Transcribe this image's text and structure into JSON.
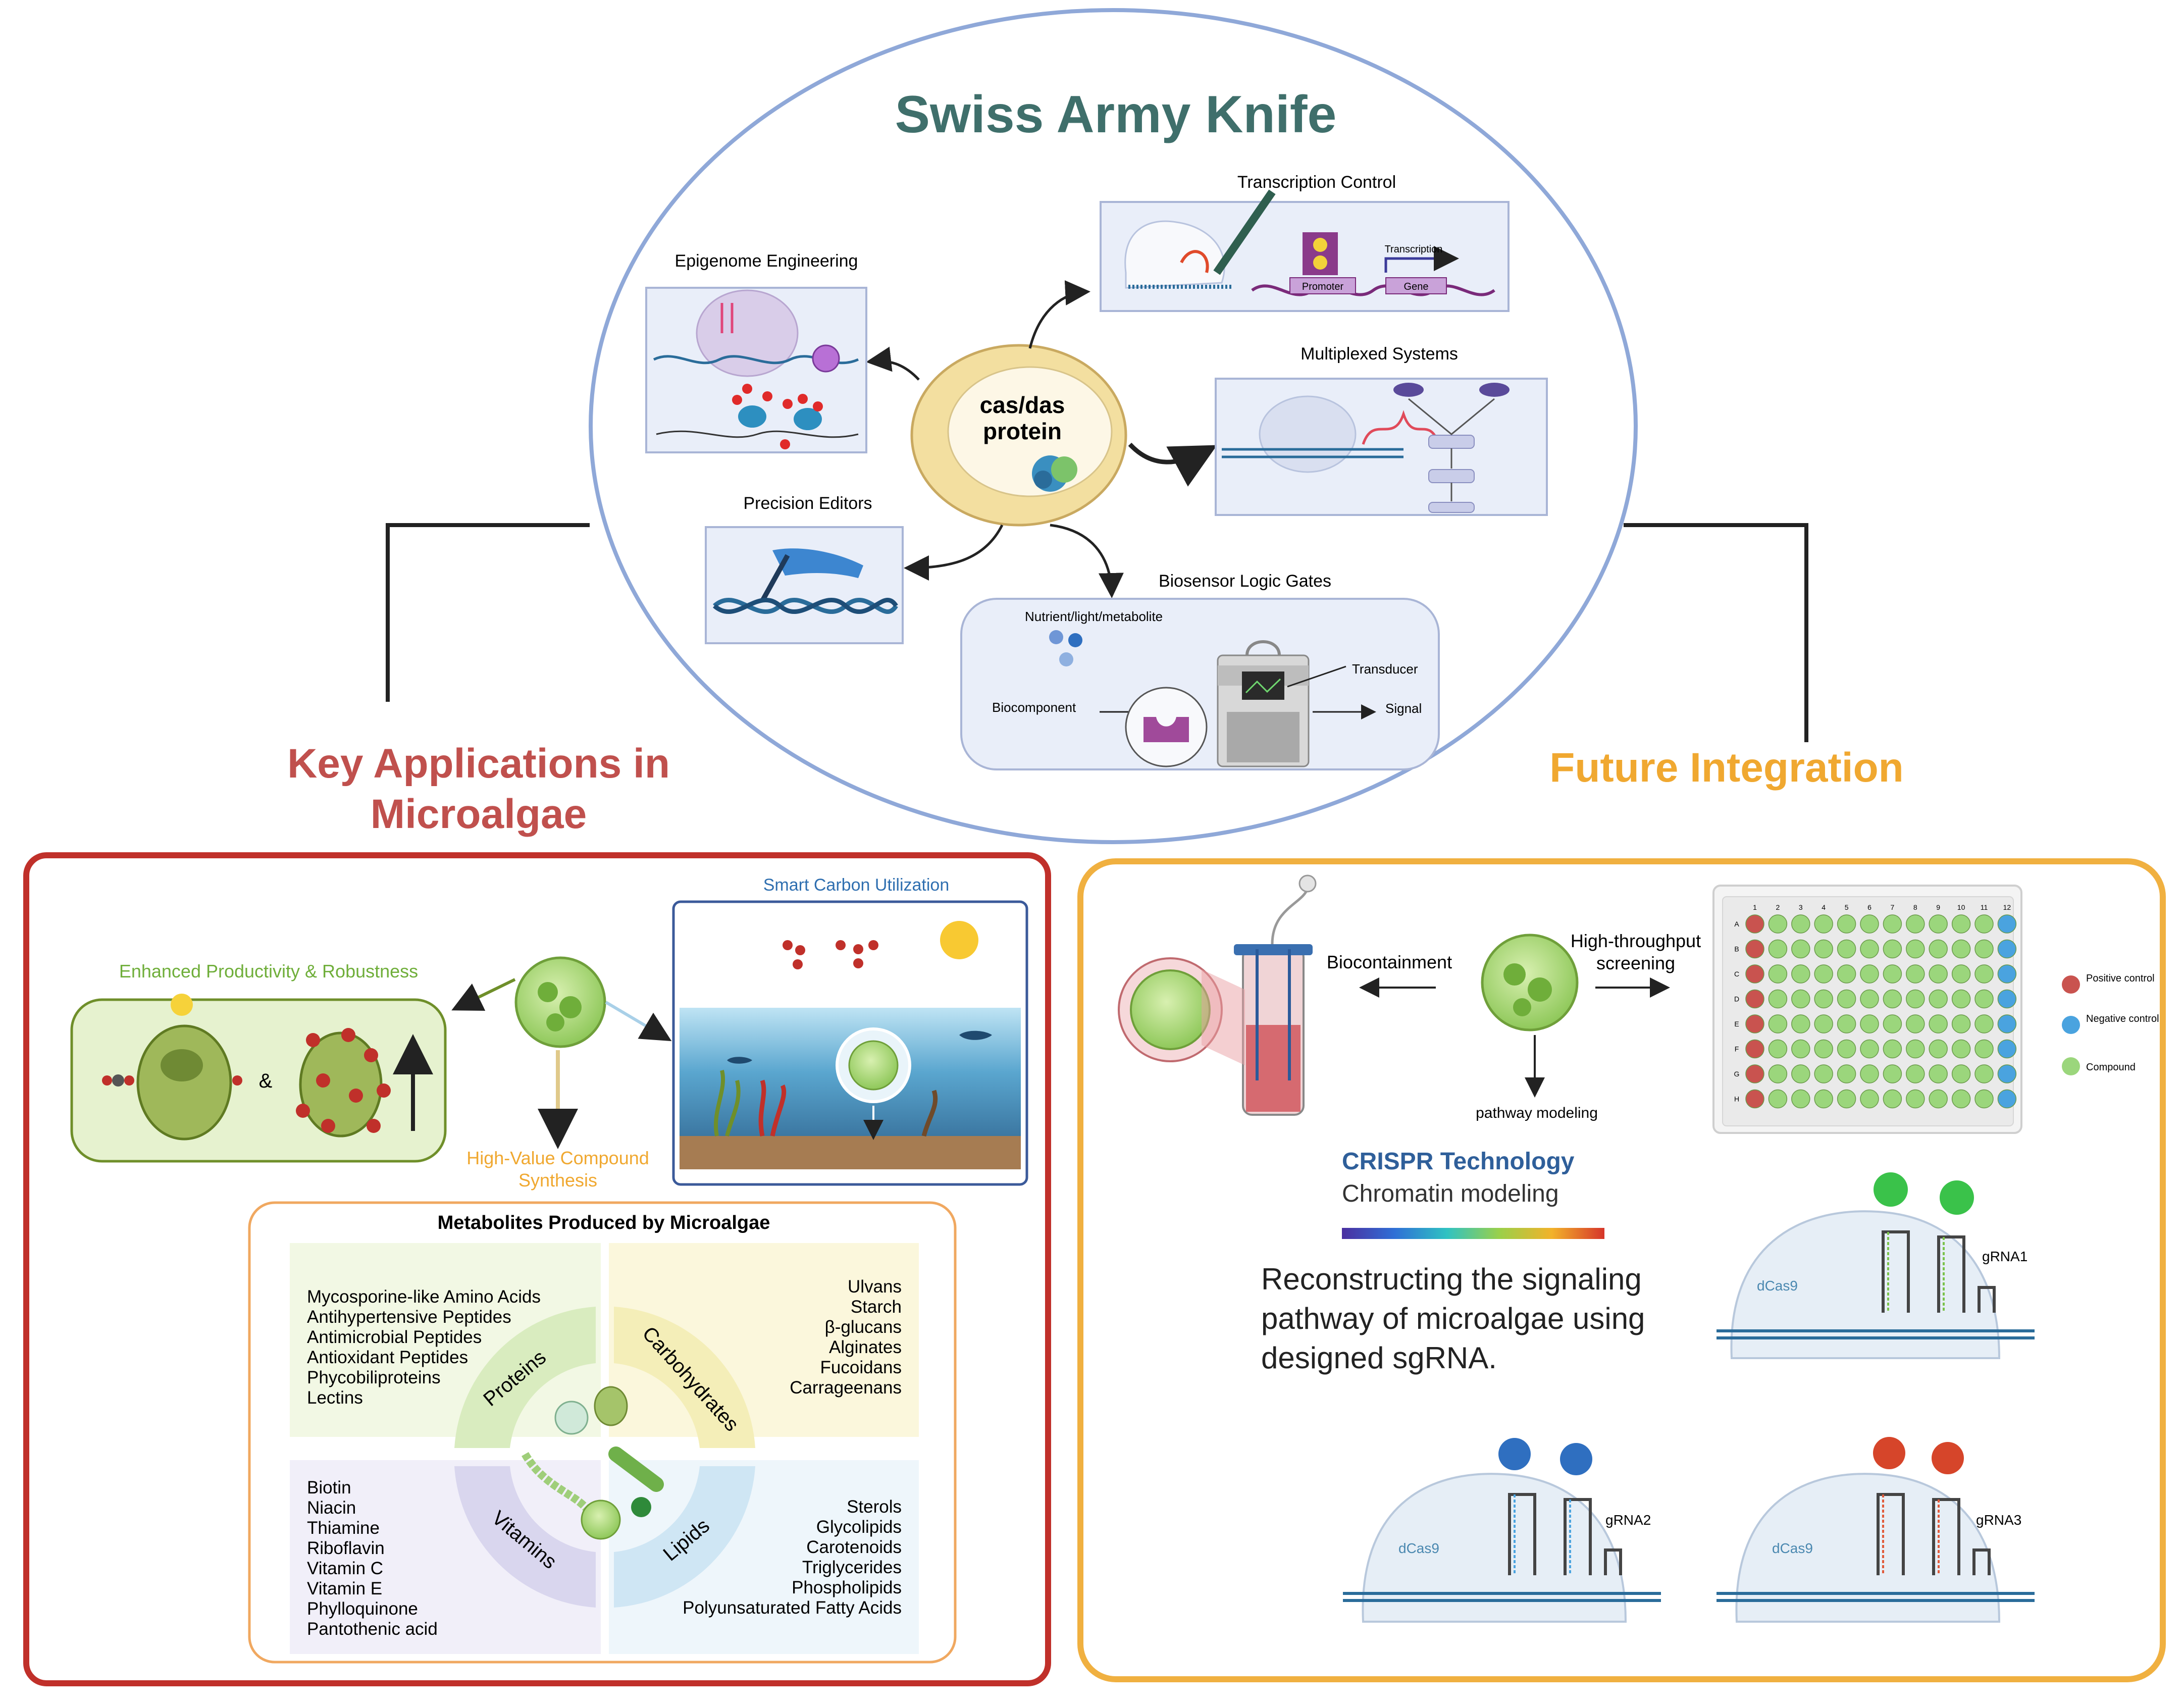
{
  "top": {
    "title": "Swiss Army Knife",
    "core": {
      "line1": "cas/das",
      "line2": "protein"
    },
    "tools": {
      "transcription_control": "Transcription Control",
      "transcription": "Transcription",
      "promoter": "Promoter",
      "gene": "Gene",
      "epigenome": "Epigenome Engineering",
      "multiplexed": "Multiplexed Systems",
      "precision_editors": "Precision Editors",
      "biosensor": "Biosensor Logic Gates",
      "nutrient": "Nutrient/light/metabolite",
      "transducer": "Transducer",
      "biocomponent": "Biocomponent",
      "signal": "Signal"
    }
  },
  "left": {
    "title_line1": "Key Applications in",
    "title_line2": "Microalgae",
    "enhanced": "Enhanced Productivity & Robustness",
    "ampersand": "&",
    "smart_carbon": "Smart Carbon Utilization",
    "high_value_line1": "High-Value Compound",
    "high_value_line2": "Synthesis",
    "metabolites_title": "Metabolites Produced by Microalgae",
    "quadrants": {
      "proteins": "Proteins",
      "carbohydrates": "Carbohydrates",
      "vitamins": "Vitamins",
      "lipids": "Lipids"
    },
    "proteins_list": [
      "Mycosporine-like Amino Acids",
      "Antihypertensive Peptides",
      "Antimicrobial Peptides",
      "Antioxidant Peptides",
      "Phycobiliproteins",
      "Lectins"
    ],
    "carbohydrates_list": [
      "Ulvans",
      "Starch",
      "β-glucans",
      "Alginates",
      "Fucoidans",
      "Carrageenans"
    ],
    "vitamins_list": [
      "Biotin",
      "Niacin",
      "Thiamine",
      "Riboflavin",
      "Vitamin C",
      "Vitamin E",
      "Phylloquinone",
      "Pantothenic acid"
    ],
    "lipids_list": [
      "Sterols",
      "Glycolipids",
      "Carotenoids",
      "Triglycerides",
      "Phospholipids",
      "Polyunsaturated Fatty Acids"
    ]
  },
  "right": {
    "title": "Future Integration",
    "biocontainment": "Biocontainment",
    "screening_line1": "High-throughput",
    "screening_line2": "screening",
    "pathway": "pathway modeling",
    "crispr": "CRISPR Technology",
    "chromatin": "Chromatin modeling",
    "recon_line1": "Reconstructing the signaling",
    "recon_line2": "pathway of microalgae using",
    "recon_line3": "designed sgRNA.",
    "legend": {
      "positive": "Positive control",
      "negative": "Negative control",
      "compound": "Compound"
    },
    "plate_rows": [
      "A",
      "B",
      "C",
      "D",
      "E",
      "F",
      "G",
      "H"
    ],
    "plate_cols": [
      "1",
      "2",
      "3",
      "4",
      "5",
      "6",
      "7",
      "8",
      "9",
      "10",
      "11",
      "12"
    ],
    "dcas": "dCas9",
    "grna1": "gRNA1",
    "grna2": "gRNA2",
    "grna3": "gRNA3"
  },
  "colors": {
    "title_teal": "#3f6f6b",
    "key_red": "#c0504d",
    "future_orange": "#f0a830",
    "ellipse_blue": "#8fa8d8",
    "positive": "#c9534f",
    "negative": "#4aa3df",
    "compound": "#9bd67c"
  }
}
